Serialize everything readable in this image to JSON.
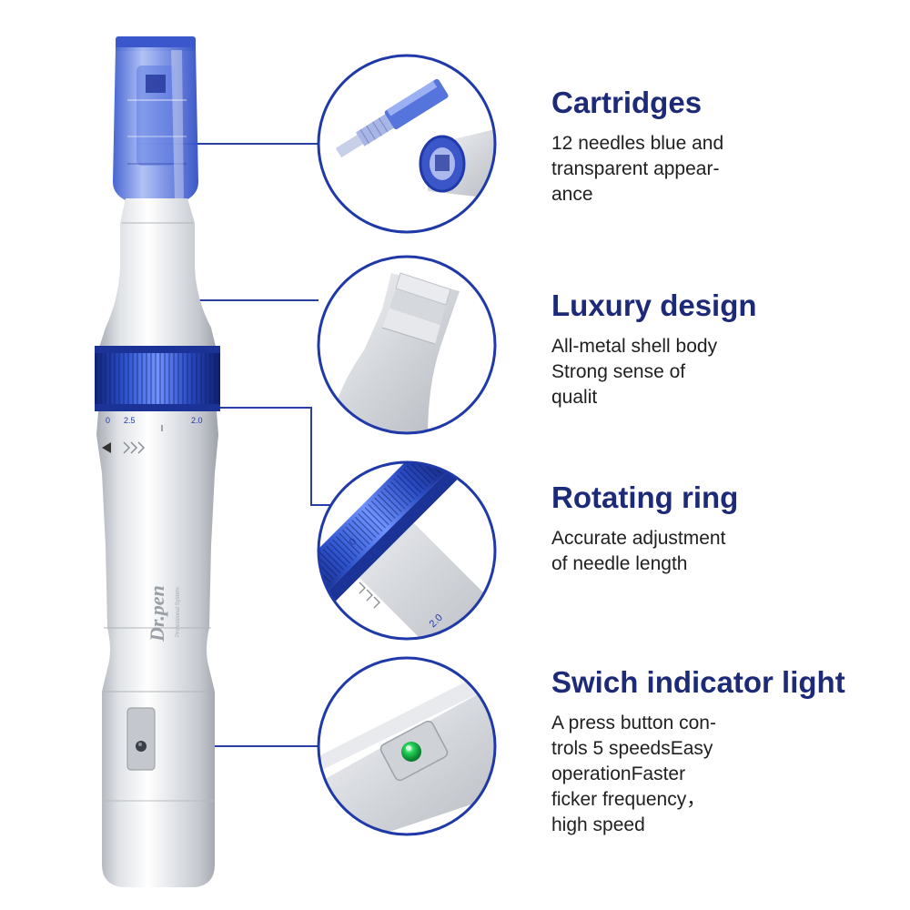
{
  "product": {
    "brand_label": "Dr.pen",
    "ring_scale": [
      "0",
      "2.5",
      "2.0"
    ]
  },
  "features": [
    {
      "title": "Cartridges",
      "description": "12 needles blue and\ntransparent appear-\nance",
      "callout_icon": "needle-cartridge-icon"
    },
    {
      "title": "Luxury design",
      "description": "All-metal shell body\nStrong sense of\nqualit",
      "callout_icon": "metal-body-icon"
    },
    {
      "title": "Rotating ring",
      "description": "Accurate adjustment\nof needle length",
      "callout_icon": "rotating-ring-icon"
    },
    {
      "title": "Swich indicator light",
      "description": "A press button con-\ntrols 5 speedsEasy\noperationFaster\nficker frequency，\nhigh speed",
      "callout_icon": "indicator-light-icon"
    }
  ],
  "colors": {
    "accent_blue": "#1f3aa8",
    "title_navy": "#1c2a78",
    "metal_silver": "#d6d9de",
    "indicator_green": "#1fcf55"
  }
}
